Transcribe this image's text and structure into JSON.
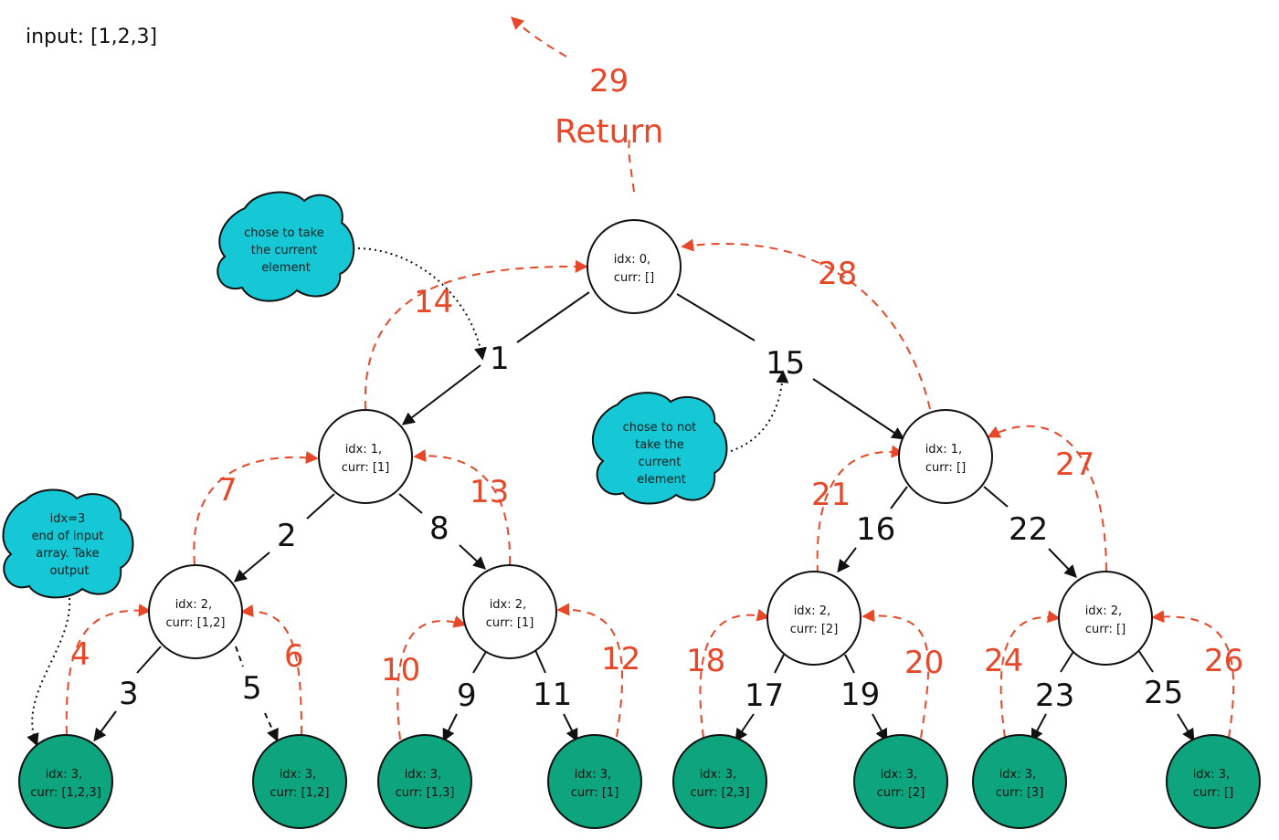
{
  "title": "input: [1,2,3]",
  "return_label": "Return",
  "colors": {
    "accent_red": "#e8482a",
    "leaf_fill": "#0ea57e",
    "cloud_fill": "#16c8d6",
    "edge": "#111111"
  },
  "nodes": [
    {
      "id": "n0",
      "line1": "idx: 0,",
      "line2": "curr: []"
    },
    {
      "id": "n1",
      "line1": "idx: 1,",
      "line2": "curr: [1]"
    },
    {
      "id": "n2",
      "line1": "idx: 1,",
      "line2": "curr: []"
    },
    {
      "id": "n3",
      "line1": "idx: 2,",
      "line2": "curr: [1,2]"
    },
    {
      "id": "n4",
      "line1": "idx: 2,",
      "line2": "curr: [1]"
    },
    {
      "id": "n5",
      "line1": "idx: 2,",
      "line2": "curr: [2]"
    },
    {
      "id": "n6",
      "line1": "idx: 2,",
      "line2": "curr: []"
    }
  ],
  "leaves": [
    {
      "id": "l0",
      "line1": "idx: 3,",
      "line2": "curr: [1,2,3]"
    },
    {
      "id": "l1",
      "line1": "idx: 3,",
      "line2": "curr: [1,2]"
    },
    {
      "id": "l2",
      "line1": "idx: 3,",
      "line2": "curr: [1,3]"
    },
    {
      "id": "l3",
      "line1": "idx: 3,",
      "line2": "curr: [1]"
    },
    {
      "id": "l4",
      "line1": "idx: 3,",
      "line2": "curr: [2,3]"
    },
    {
      "id": "l5",
      "line1": "idx: 3,",
      "line2": "curr: [2]"
    },
    {
      "id": "l6",
      "line1": "idx: 3,",
      "line2": "curr: [3]"
    },
    {
      "id": "l7",
      "line1": "idx: 3,",
      "line2": "curr: []"
    }
  ],
  "clouds": [
    {
      "id": "take",
      "lines": [
        "chose to take",
        "the current",
        "element"
      ]
    },
    {
      "id": "nottake",
      "lines": [
        "chose to not",
        "take the",
        "current",
        "element"
      ]
    },
    {
      "id": "end",
      "lines": [
        "idx=3",
        "end of input",
        "array. Take",
        "output"
      ]
    }
  ],
  "step_labels_black": [
    "1",
    "2",
    "3",
    "5",
    "8",
    "9",
    "11",
    "15",
    "16",
    "17",
    "19",
    "22",
    "23",
    "25"
  ],
  "step_labels_red": [
    "4",
    "6",
    "7",
    "10",
    "12",
    "13",
    "14",
    "18",
    "20",
    "21",
    "24",
    "26",
    "27",
    "28",
    "29"
  ]
}
